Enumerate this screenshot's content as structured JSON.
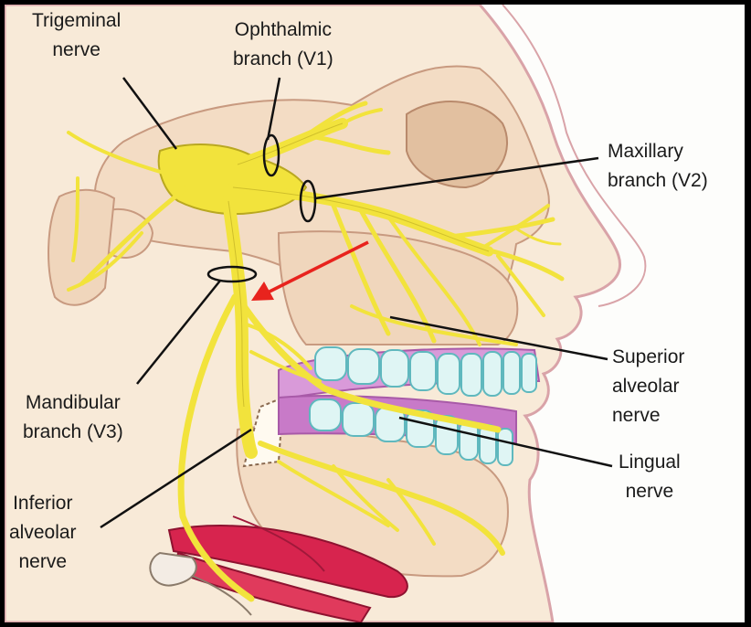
{
  "labels": {
    "trigeminal": "Trigeminal\nnerve",
    "ophthalmic": "Ophthalmic\nbranch (V1)",
    "maxillary": "Maxillary\nbranch (V2)",
    "mandibular": "Mandibular\nbranch (V3)",
    "superior_alveolar": "Superior\nalveolar\nnerve",
    "lingual": "Lingual\nnerve",
    "inferior_alveolar": "Inferior\nalveolar\nnerve"
  },
  "colors": {
    "frame": "#000000",
    "background": "#fdfdfb",
    "skin": "#f8ead8",
    "skin_outline": "#d9a3a8",
    "bone": "#f3dcc4",
    "bone_shadow": "#e2c0a0",
    "nerve": "#f2e33c",
    "nerve_outline": "#b9a820",
    "teeth": "#dff5f4",
    "teeth_outline": "#5fb8be",
    "gum": "#c87ac8",
    "muscle": "#d7244e",
    "pointer_arrow": "#e8231d"
  },
  "annotation": {
    "pointer_arrow": "points to the mandibular branch (V3) just below the ring"
  }
}
